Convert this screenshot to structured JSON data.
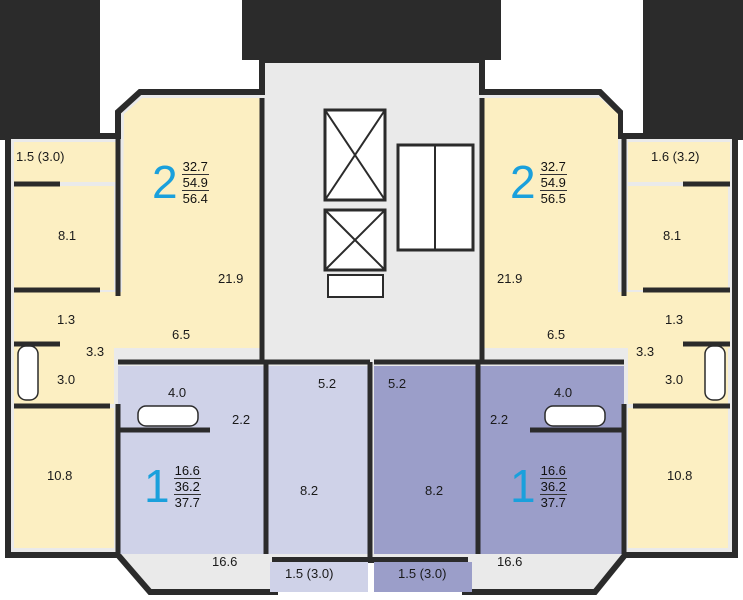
{
  "colors": {
    "wall": "#2b2b2b",
    "yellow": "#fcefc2",
    "lavender": "#cfd2e8",
    "violet": "#9b9ec9",
    "grey": "#d9d9d9",
    "accent_number": "#1aa0dc"
  },
  "apartments": [
    {
      "id": "left-2room",
      "rooms": "2",
      "living": "32.7",
      "total": "54.9",
      "total_with_balcony": "56.4"
    },
    {
      "id": "right-2room",
      "rooms": "2",
      "living": "32.7",
      "total": "54.9",
      "total_with_balcony": "56.5"
    },
    {
      "id": "left-1room",
      "rooms": "1",
      "living": "16.6",
      "total": "36.2",
      "total_with_balcony": "37.7"
    },
    {
      "id": "right-1room",
      "rooms": "1",
      "living": "16.6",
      "total": "36.2",
      "total_with_balcony": "37.7"
    }
  ],
  "room_labels": {
    "bal_tl": "1.5 (3.0)",
    "bal_tr": "1.6 (3.2)",
    "kit_l": "8.1",
    "kit_r": "8.1",
    "liv_l": "21.9",
    "liv_r": "21.9",
    "bath_l": "1.3",
    "bath_r": "1.3",
    "hall_l": "3.3",
    "hall_r": "3.3",
    "wc_l": "3.0",
    "wc_r": "3.0",
    "corr_l": "6.5",
    "corr_r": "6.5",
    "room_bl": "10.8",
    "room_br": "10.8",
    "bath1_l": "4.0",
    "bath1_r": "4.0",
    "hall1_l": "2.2",
    "hall1_r": "2.2",
    "entry1_l": "5.2",
    "entry1_r": "5.2",
    "kit1_l": "8.2",
    "kit1_r": "8.2",
    "room1_l": "16.6",
    "room1_r": "16.6",
    "bal_bl": "1.5 (3.0)",
    "bal_br": "1.5 (3.0)"
  }
}
